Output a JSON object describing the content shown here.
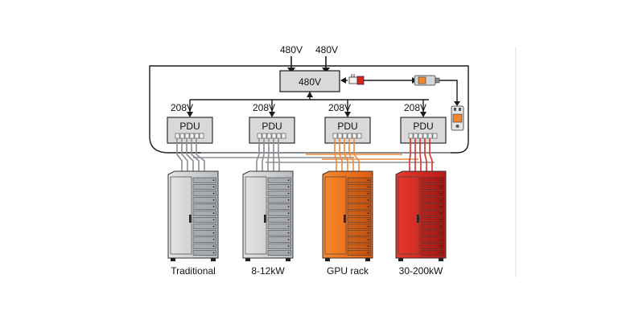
{
  "supply": {
    "input_labels": [
      "480V",
      "480V"
    ],
    "main_box_label": "480V"
  },
  "pdus": [
    {
      "voltage": "208V",
      "label": "PDU"
    },
    {
      "voltage": "208V",
      "label": "PDU"
    },
    {
      "voltage": "208V",
      "label": "PDU"
    },
    {
      "voltage": "208V",
      "label": "PDU"
    }
  ],
  "racks": [
    {
      "label": "Traditional",
      "color": "#cfd1d3"
    },
    {
      "label": "8-12kW",
      "color": "#cfd1d3"
    },
    {
      "label": "GPU rack",
      "color": "#f0701c"
    },
    {
      "label": "30-200kW",
      "color": "#dc2a24"
    }
  ],
  "icons": [
    "plug-icon",
    "breaker-icon",
    "connector-icon"
  ],
  "colors": {
    "line": "#1a1a1a",
    "cable_gray": "#8a8f94",
    "cable_orange": "#f08a3a",
    "cable_red": "#d9302a",
    "accent_orange": "#f0882e",
    "accent_red": "#d8261f",
    "box_fill": "#d9d9d9"
  }
}
